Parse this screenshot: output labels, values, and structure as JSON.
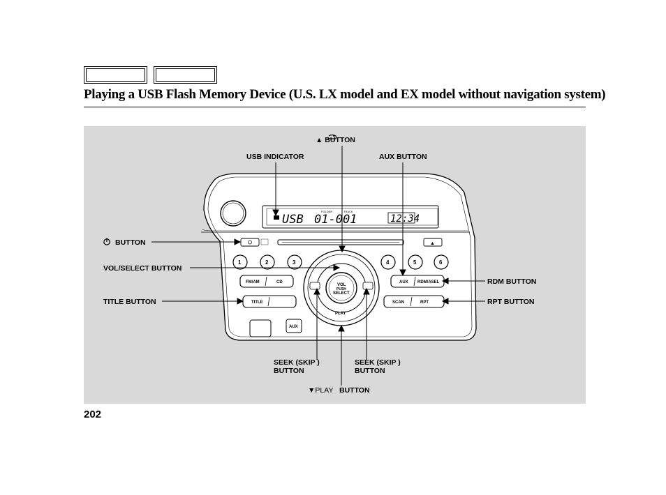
{
  "nav": {
    "button_1": "",
    "button_2": ""
  },
  "page": {
    "title": "Playing a USB Flash Memory Device (U.S. LX model and EX model without navigation system)",
    "number": "202"
  },
  "callouts": {
    "eject_button": "▲   BUTTON",
    "usb_indicator": "USB INDICATOR",
    "aux_button": "AUX BUTTON",
    "power_button": "BUTTON",
    "vol_select_button": "VOL/SELECT BUTTON",
    "rdm_button": "RDM BUTTON",
    "title_button": "TITLE BUTTON",
    "rpt_button": "RPT BUTTON",
    "seek_left_line1": "SEEK (SKIP      )",
    "seek_left_line2": "BUTTON",
    "seek_right_line1": "SEEK (SKIP      )",
    "seek_right_line2": "BUTTON",
    "play_button_prefix": "▼PLAY",
    "play_button_suffix": "BUTTON"
  },
  "unit": {
    "display_mode": "USB",
    "display_folder_label": "FOLDER",
    "display_track_label": "TRACK",
    "display_folder_track": "01-001",
    "display_clock": "12:34",
    "preset_labels": [
      "1",
      "2",
      "3",
      "4",
      "5",
      "6"
    ],
    "fm_am": "FM/AM",
    "cd": "CD",
    "title": "TITLE",
    "aux": "AUX",
    "rdm": "RDM/ASEL",
    "scan": "SCAN",
    "rpt": "RPT",
    "aux_jack": "AUX",
    "knob_line1": "VOL",
    "knob_line2": "PUSH",
    "knob_line3": "SELECT",
    "play": "PLAY",
    "eject_symbol": "▲"
  }
}
